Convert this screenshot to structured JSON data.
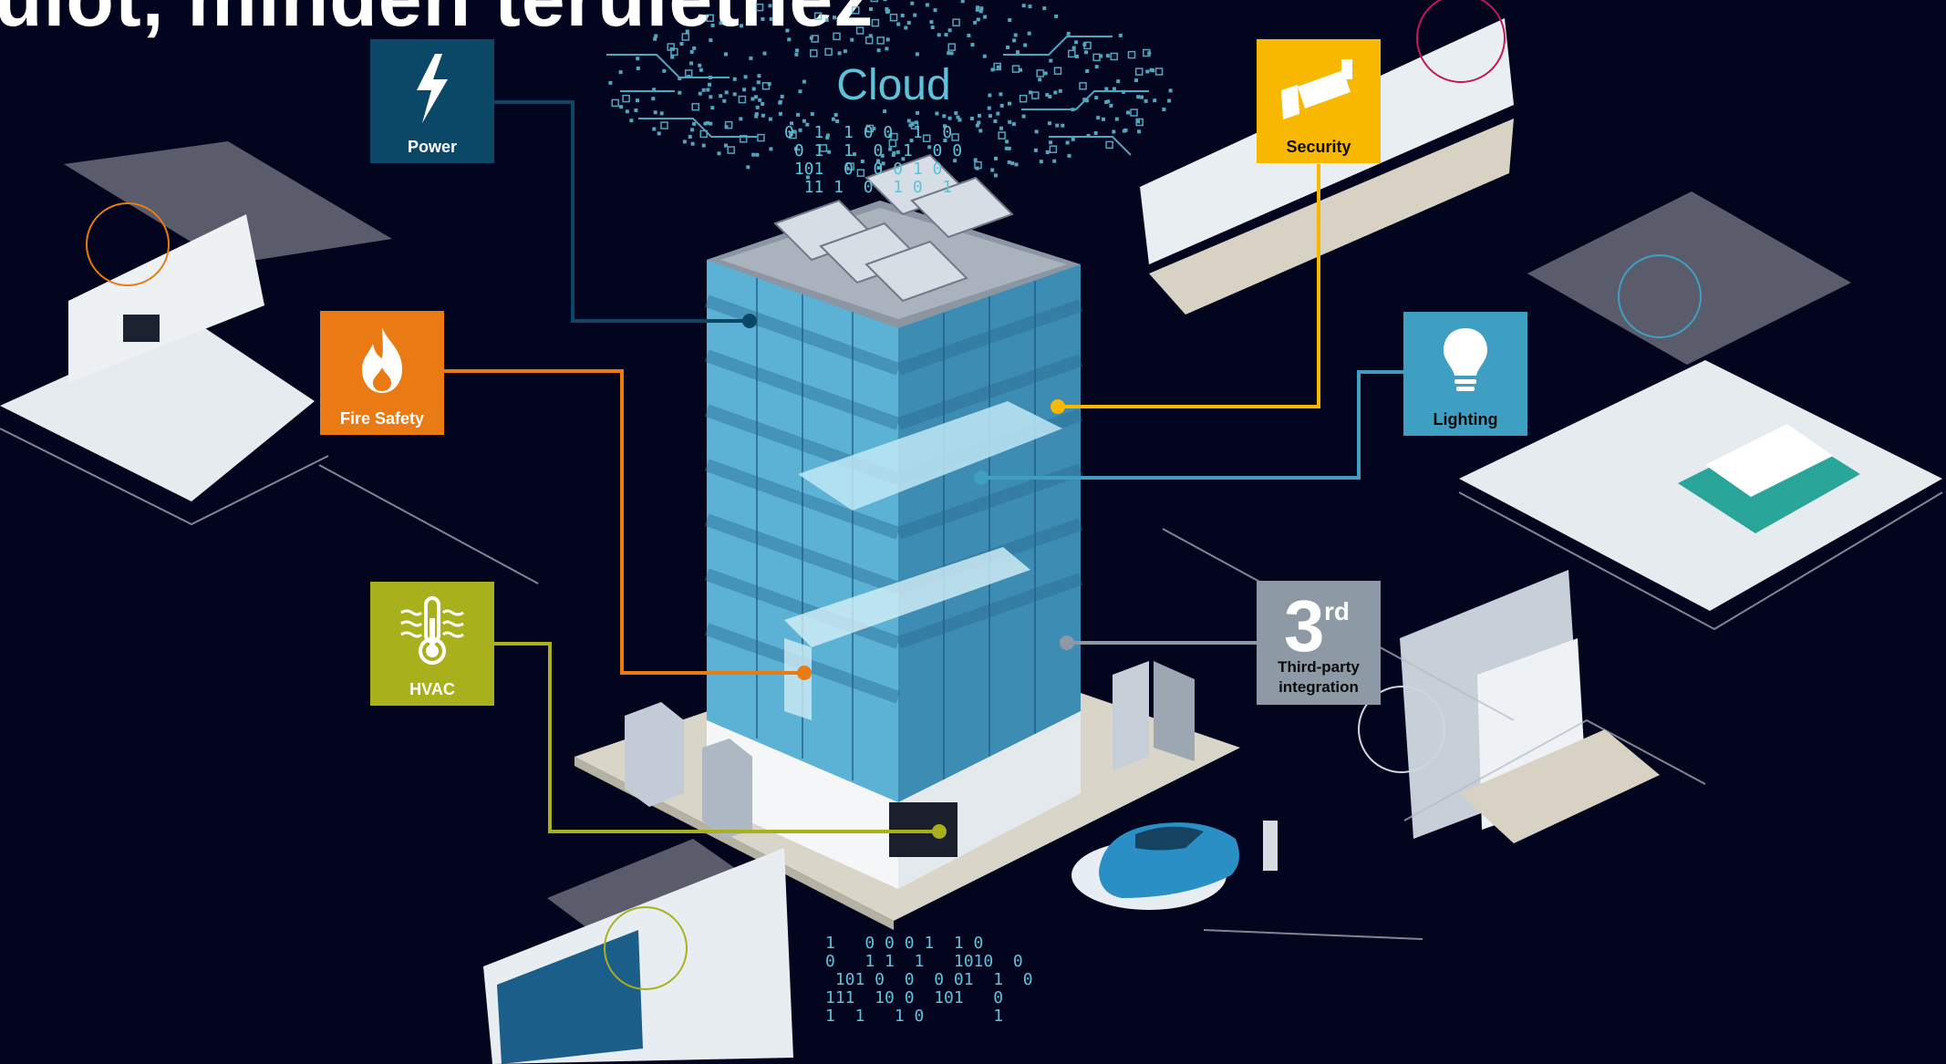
{
  "title": "ulot, minden területhez",
  "cloud": {
    "label": "Cloud"
  },
  "tiles": {
    "power": {
      "label": "Power",
      "icon": "lightning-bolt-icon",
      "color": "#0b4868"
    },
    "fire_safety": {
      "label": "Fire Safety",
      "icon": "flame-icon",
      "color": "#e97a14"
    },
    "hvac": {
      "label": "HVAC",
      "icon": "thermometer-icon",
      "color": "#a8b11c"
    },
    "security": {
      "label": "Security",
      "icon": "security-camera-icon",
      "color": "#f8b800"
    },
    "lighting": {
      "label": "Lighting",
      "icon": "light-bulb-icon",
      "color": "#3f9fc3"
    },
    "third_party": {
      "number": "3",
      "suffix": "rd",
      "label": "Third-party integration",
      "color": "#8d9aa6"
    }
  },
  "binary": {
    "roof": "0  1  1 0 0  1  0\n 0 1  1  0  1  0 0\n 101  0  0 0 1 0\n  11 1  0  1 0  1",
    "ground": "1   0 0 0 1  1 0\n0   1 1  1   1010  0\n 101 0  0  0 01  1  0\n111  10 0  101   0\n1  1   1 0       1"
  },
  "colors": {
    "background": "#03051e",
    "power_line": "#0b4868",
    "fire_line": "#e97a14",
    "hvac_line": "#a8b11c",
    "security_line": "#f8b800",
    "lighting_line": "#3f9fc3",
    "third_party_line": "#8d9aa6",
    "cloud": "#5ec3d9"
  }
}
